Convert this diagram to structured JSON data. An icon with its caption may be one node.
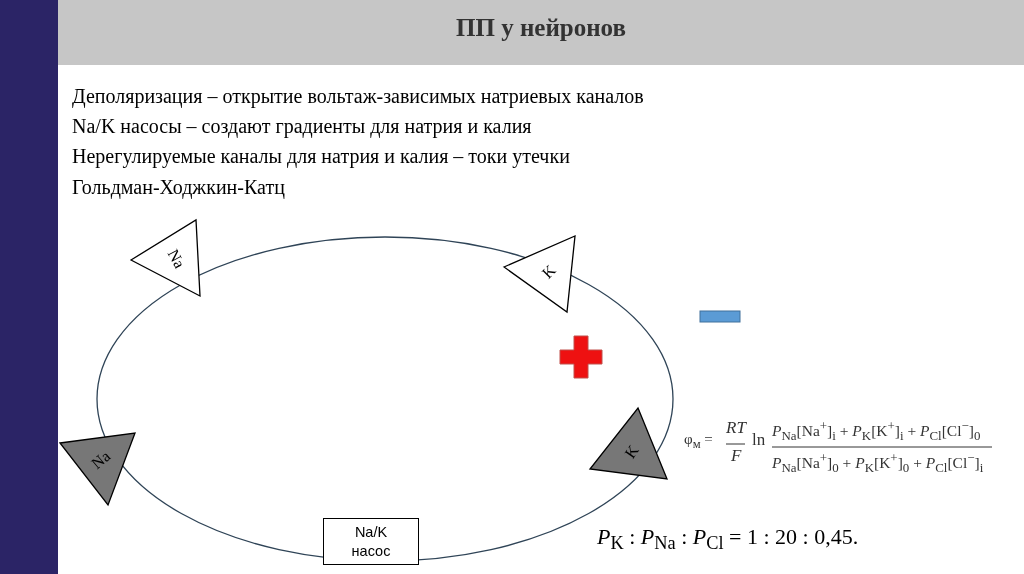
{
  "diagram": {
    "title": "ПП у нейронов",
    "nodes": [
      {
        "text": [
          "Na"
        ]
      },
      {
        "text": [
          "K"
        ]
      },
      {
        "text": [
          "Na"
        ]
      },
      {
        "text": [
          "K"
        ]
      },
      {
        "text": [
          "Na/K насос"
        ]
      }
    ],
    "labels": [
      "Деполяризация – открытие вольтаж-зависимых натриевых каналов",
      "Na/K насосы – создают градиенты для натрия и калия",
      "Нерегулируемые каналы для натрия и калия – токи утечки",
      "Гольдман-Ходжкин-Катц",
      "φ$_{м}$ =",
      "*RT*",
      "*F*",
      "ln",
      "*P*$_{Na}$[Na$^{+}$]$_{i}$ + *P*$_{K}$[K$^{+}$]$_{i}$ + *P*$_{Cl}$[Cl$^{−}$]$_{0}$",
      "*P*$_{Na}$[Na$^{+}$]$_{0}$ + *P*$_{K}$[K$^{+}$]$_{0}$ + *P*$_{Cl}$[Cl$^{−}$]$_{i}$",
      "*P*$_{K}$ : *P*$_{Na}$ : *P*$_{Cl}$ = 1 : 20 : 0,45."
    ]
  }
}
